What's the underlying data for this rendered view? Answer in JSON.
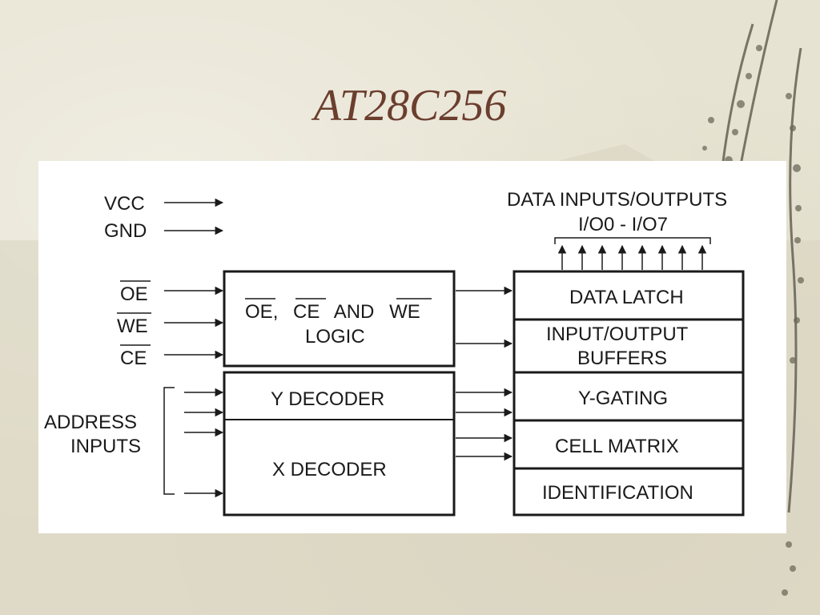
{
  "title": "AT28C256",
  "diagram": {
    "power": {
      "vcc": "VCC",
      "gnd": "GND"
    },
    "control_signals": {
      "oe": "OE",
      "we": "WE",
      "ce": "CE"
    },
    "address": {
      "line1": "ADDRESS",
      "line2": "INPUTS"
    },
    "data_io": {
      "line1": "DATA INPUTS/OUTPUTS",
      "line2": "I/O0 - I/O7"
    },
    "blocks": {
      "logic": {
        "oe": "OE",
        "sep": ",",
        "ce": "CE",
        "and": "AND",
        "we": "WE",
        "line2": "LOGIC"
      },
      "y_decoder": "Y DECODER",
      "x_decoder": "X DECODER",
      "data_latch": "DATA LATCH",
      "io_buffers": {
        "line1": "INPUT/OUTPUT",
        "line2": "BUFFERS"
      },
      "y_gating": "Y-GATING",
      "cell_matrix": "CELL MATRIX",
      "identification": "IDENTIFICATION"
    }
  }
}
